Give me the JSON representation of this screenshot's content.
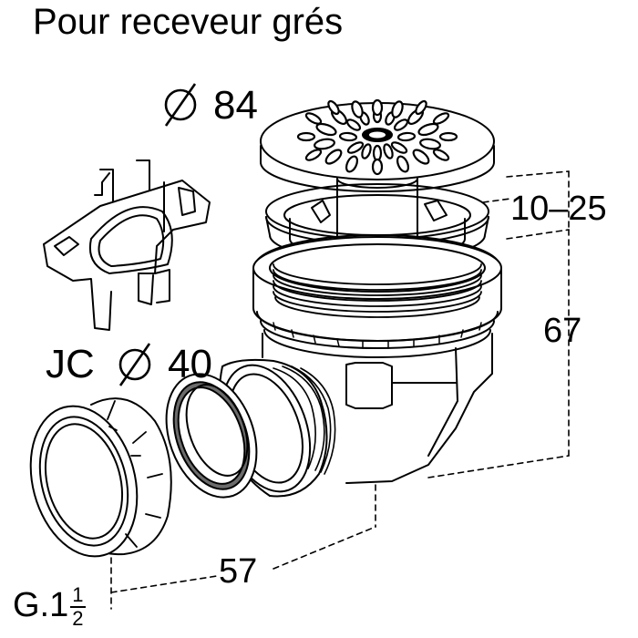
{
  "title": "Pour receveur grés",
  "labels": {
    "grate_diameter": "84",
    "tube_diameter": "40",
    "tube_prefix": "JC",
    "height_range": "10–25",
    "height": "67",
    "width": "57",
    "thread_prefix": "G.1",
    "thread_fraction_num": "1",
    "thread_fraction_den": "2"
  },
  "colors": {
    "line": "#000000",
    "background": "#ffffff",
    "part_fill": "#ffffff",
    "gasket_fill": "#6b6b6b"
  },
  "icons": {
    "diameter_symbol": "diameter-icon"
  }
}
